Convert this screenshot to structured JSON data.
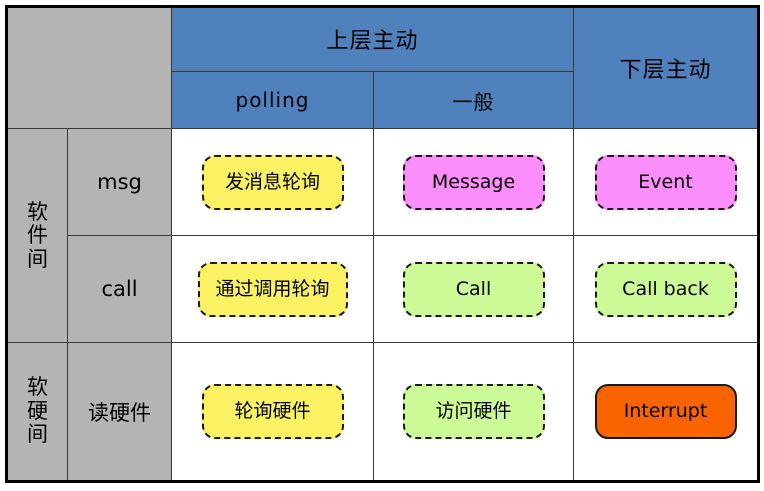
{
  "matrix": {
    "header": {
      "corner": "",
      "top_groups": [
        {
          "label": "上层主动",
          "colspan": 2
        },
        {
          "label": "下层主动",
          "rowspan": 2
        }
      ],
      "sub_columns": [
        "polling",
        "一般"
      ]
    },
    "row_groups": [
      {
        "label": "软\n件\n间",
        "rows": [
          {
            "label": "msg",
            "cells": [
              {
                "text": "发消息轮询",
                "color": "yellow",
                "border": "dashed"
              },
              {
                "text": "Message",
                "color": "pink",
                "border": "dashed"
              },
              {
                "text": "Event",
                "color": "pink",
                "border": "dashed"
              }
            ]
          },
          {
            "label": "call",
            "cells": [
              {
                "text": "通过调用轮询",
                "color": "yellow",
                "border": "dashed"
              },
              {
                "text": "Call",
                "color": "green",
                "border": "dashed"
              },
              {
                "text": "Call back",
                "color": "green",
                "border": "dashed"
              }
            ]
          }
        ]
      },
      {
        "label": "软\n硬\n间",
        "rows": [
          {
            "label": "读硬件",
            "cells": [
              {
                "text": "轮询硬件",
                "color": "yellow",
                "border": "dashed"
              },
              {
                "text": "访问硬件",
                "color": "green",
                "border": "dashed"
              },
              {
                "text": "Interrupt",
                "color": "orange",
                "border": "solid"
              }
            ]
          }
        ]
      }
    ]
  },
  "colors": {
    "header_blue": "#4f81bd",
    "header_gray": "#b4b4b4",
    "node_yellow": "#faf263",
    "node_pink": "#fb8efb",
    "node_green": "#ccfa96",
    "node_orange": "#fa6400",
    "grid_line": "#3a3a3a",
    "outer_border": "#000000"
  }
}
